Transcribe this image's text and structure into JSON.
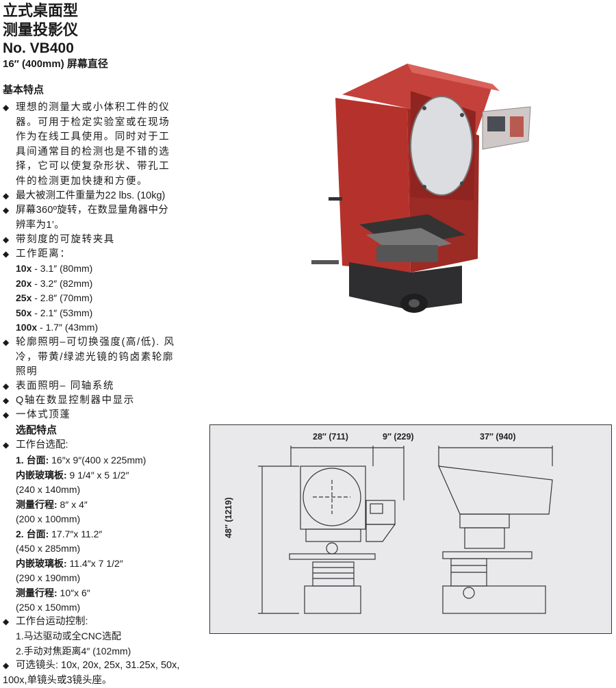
{
  "title": {
    "line1": "立式桌面型",
    "line2": "测量投影仪",
    "model": "No. VB400",
    "screen": "16″ (400mm) 屏幕直径"
  },
  "basic_features_heading": "基本特点",
  "bullet_symbol": "◆",
  "features": {
    "f1": [
      "理想的测量大或小体积工件的仪",
      "器。可用于检定实验室或在现场",
      "作为在线工具使用。同时对于工",
      "具间通常目的检测也是不错的选",
      "择，它可以使复杂形状、带孔工",
      "件的检测更加快捷和方便。"
    ],
    "f2": "最大被测工件重量为22 lbs. (10kg)",
    "f3": [
      "屏幕360º旋转，在数显量角器中分",
      "辨率为1’。"
    ],
    "f4": "带刻度的可旋转夹具",
    "f5": "工作距离：",
    "distances": [
      {
        "mag": "10x",
        "val": " - 3.1″ (80mm)"
      },
      {
        "mag": "20x",
        "val": " - 3.2″ (82mm)"
      },
      {
        "mag": "25x",
        "val": " - 2.8″ (70mm)"
      },
      {
        "mag": "50x",
        "val": " - 2.1″ (53mm)"
      },
      {
        "mag": "100x",
        "val": " - 1.7″ (43mm)"
      }
    ],
    "f6": [
      "轮廓照明–可切换强度(高/低). 风",
      "冷，带黄/绿滤光镜的钨卤素轮廓",
      "照明"
    ],
    "f7": "表面照明– 同轴系统",
    "f8": "Q轴在数显控制器中显示",
    "f9": "一体式顶蓬"
  },
  "optional_heading": "选配特点",
  "optional": {
    "o1": "工作台选配:",
    "stage1": {
      "label": "1. 台面:",
      "val": " 16″x 9″(400 x 225mm)"
    },
    "glass1": {
      "label": "内嵌玻璃板:",
      "val": " 9 1/4″ x 5 1/2″"
    },
    "glass1_mm": "(240 x 140mm)",
    "travel1": {
      "label": "测量行程:",
      "val": " 8″ x 4″"
    },
    "travel1_mm": "(200 x 100mm)",
    "stage2": {
      "label": "2. 台面:",
      "val": " 17.7″x 11.2″"
    },
    "stage2_mm": "(450 x 285mm)",
    "glass2": {
      "label": "内嵌玻璃板:",
      "val": " 11.4″x 7 1/2″"
    },
    "glass2_mm": "(290 x 190mm)",
    "travel2": {
      "label": "测量行程:",
      "val": " 10″x 6″"
    },
    "travel2_mm": "(250 x 150mm)",
    "o2": "工作台运动控制:",
    "motion1": "1.马达驱动或全CNC选配",
    "motion2": "2.手动对焦距离4″ (102mm)",
    "o3": [
      "可选镜头: 10x, 20x, 25x, 31.25x, 50x,",
      "100x,单镜头或3镜头座。"
    ]
  },
  "drawing": {
    "dim_width_front": "28″ (711)",
    "dim_width_side": "9″ (229)",
    "dim_depth": "37″ (940)",
    "dim_height": "48″ (1219)"
  },
  "colors": {
    "machine_red": "#b5322c",
    "machine_dark": "#3a3a3c",
    "drawing_bg": "#e9e9ec"
  }
}
